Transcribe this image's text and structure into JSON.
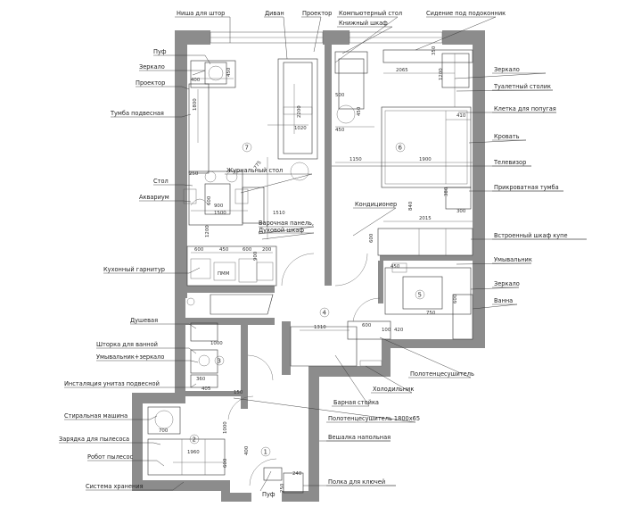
{
  "labels": {
    "niche_curtains": "Ниша для штор",
    "sofa": "Диван",
    "projector_top": "Проектор",
    "computer_desk": "Компьютерный стол",
    "bookcase": "Книжный шкаф",
    "sill_seat": "Сидение под подоконник",
    "pouf_top": "Пуф",
    "mirror_left": "Зеркало",
    "projector_left": "Проектор",
    "tv_stand": "Тумба подвесная",
    "table": "Стол",
    "aquarium": "Аквариум",
    "coffee_table": "Журнальный стол",
    "cooktop": "Варочная панель,",
    "oven": "Духовой шкаф",
    "kitchen": "Кухонный гарнитур",
    "shower": "Душевая",
    "bath_curtain": "Шторка для ванной",
    "washbasin_mirror": "Умывальник+зеркало",
    "toilet": "Инсталяция унитаз подвесной",
    "washer": "Стиральная машина",
    "vacuum_charge": "Зарядка для пылесоса",
    "robot_vacuum": "Робот пылесос",
    "storage": "Система хранения",
    "pouf_bottom": "Пуф",
    "mirror_right": "Зеркало",
    "dressing_table": "Туалетный столик",
    "parrot_cage": "Клетка для попугая",
    "bed": "Кровать",
    "tv": "Телевизор",
    "bedside": "Прикроватная тумба",
    "ac": "Кондиционер",
    "wardrobe": "Встроенный шкаф купе",
    "washbasin": "Умывальник",
    "mirror_bath": "Зеркало",
    "bathtub": "Ванна",
    "towel_rail": "Полотенцесушитель",
    "fridge": "Холодильник",
    "bar_counter": "Барная стойка",
    "towel_rail_2": "Полотенцесушитель 1800х65",
    "hanger": "Вешалка напольная",
    "key_shelf": "Полка для ключей",
    "pmm": "ПММ"
  },
  "rooms": [
    "1",
    "2",
    "3",
    "4",
    "5",
    "6",
    "7"
  ],
  "dims": {
    "d450a": "450",
    "d400": "400",
    "d1800": "1800",
    "d2200": "2200",
    "d1020": "1020",
    "d250": "250",
    "d900a": "900",
    "d600a": "600",
    "d1500": "1500",
    "d1510": "1510",
    "d775": "775",
    "d1200": "1200",
    "d600b": "600",
    "d450b": "450",
    "d200": "200",
    "d600c": "600",
    "d900b": "900",
    "d500": "500",
    "d450c": "450",
    "d450d": "450",
    "d2065": "2065",
    "d350": "350",
    "d1200b": "1200",
    "d410": "410",
    "d1150": "1150",
    "d1900": "1900",
    "d380": "380",
    "d300": "300",
    "d840": "840",
    "d2015": "2015",
    "d600d": "600",
    "d450e": "450",
    "d750": "750",
    "d600e": "600",
    "d1310": "1310",
    "d600f": "600",
    "d100": "100",
    "d420": "420",
    "d1000": "1000",
    "d360": "360",
    "d405": "405",
    "d150": "150",
    "d700": "700",
    "d1960": "1960",
    "d1000b": "1000",
    "d600g": "600",
    "d400b": "400",
    "d240": "240",
    "d250b": "250"
  }
}
